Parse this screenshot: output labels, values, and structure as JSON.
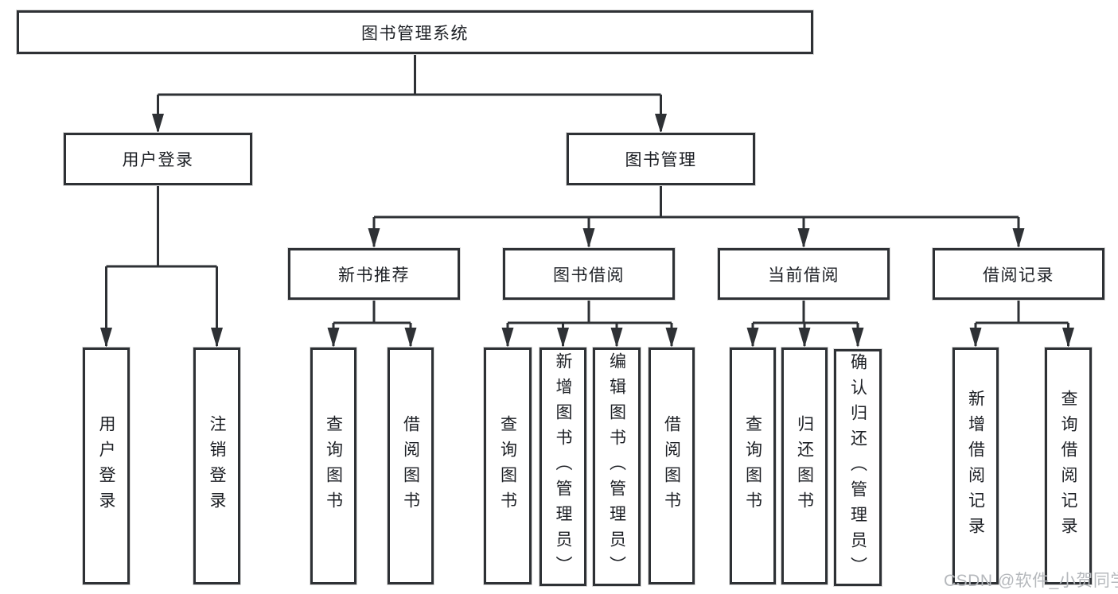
{
  "diagram": {
    "root": {
      "label": "图书管理系统"
    },
    "level2": {
      "user_login": {
        "label": "用户登录"
      },
      "book_mgmt": {
        "label": "图书管理"
      }
    },
    "level3": {
      "new_book": {
        "label": "新书推荐"
      },
      "book_borrow": {
        "label": "图书借阅"
      },
      "current_borrow": {
        "label": "当前借阅"
      },
      "borrow_record": {
        "label": "借阅记录"
      }
    },
    "leaves": {
      "user_login": [
        "用户登录",
        "注销登录"
      ],
      "new_book": [
        "查询图书",
        "借阅图书"
      ],
      "book_borrow": [
        "查询图书",
        "新增图书（管理员）",
        "编辑图书（管理员）",
        "借阅图书"
      ],
      "current_borrow": [
        "查询图书",
        "归还图书",
        "确认归还（管理员）"
      ],
      "borrow_record": [
        "新增借阅记录",
        "查询借阅记录"
      ]
    }
  },
  "colors": {
    "line": "#2e3135",
    "text": "#1c1f24",
    "watermark": "#b5b8bc",
    "background": "#ffffff"
  },
  "watermark": {
    "text": "CSDN @软件_小贺同学"
  }
}
